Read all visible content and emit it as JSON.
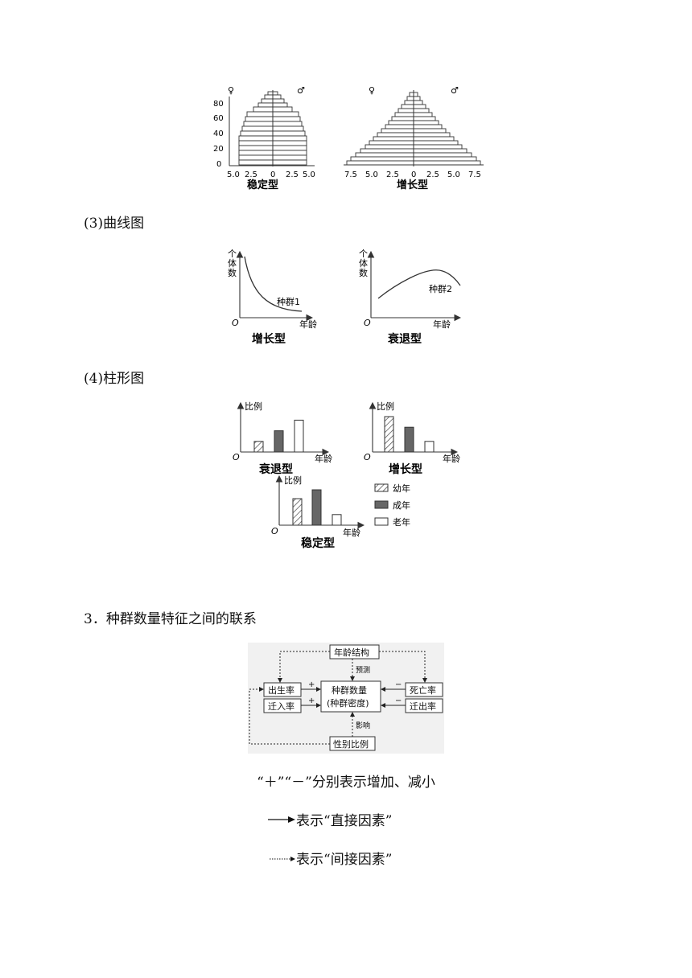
{
  "pyramids": {
    "female_symbol": "♀",
    "male_symbol": "♂",
    "stable": {
      "label": "稳定型",
      "y_ticks": [
        "0",
        "20",
        "40",
        "60",
        "80"
      ],
      "x_ticks": [
        "5.0",
        "2.5",
        "0",
        "2.5",
        "5.0"
      ]
    },
    "growth": {
      "label": "增长型",
      "x_ticks": [
        "7.5",
        "5.0",
        "2.5",
        "0",
        "2.5",
        "5.0",
        "7.5"
      ]
    }
  },
  "section3_heading": "(3)曲线图",
  "curves": {
    "y_axis_label": "个体数",
    "origin": "O",
    "x_axis_label": "年龄",
    "left": {
      "series": "种群1",
      "label": "增长型"
    },
    "right": {
      "series": "种群2",
      "label": "衰退型"
    }
  },
  "section4_heading": "(4)柱形图",
  "bars": {
    "y_axis_label": "比例",
    "origin": "O",
    "x_axis_label": "年龄",
    "decline": {
      "label": "衰退型",
      "values": {
        "young": 0.3,
        "adult": 0.6,
        "old": 0.9
      }
    },
    "growth": {
      "label": "增长型",
      "values": {
        "young": 1.0,
        "adult": 0.7,
        "old": 0.3
      }
    },
    "stable": {
      "label": "稳定型",
      "values": {
        "young": 0.75,
        "adult": 1.0,
        "old": 0.3
      }
    },
    "legend": {
      "young": "幼年",
      "adult": "成年",
      "old": "老年"
    }
  },
  "section_title": "3．种群数量特征之间的联系",
  "relation_diagram": {
    "age_structure": "年龄结构",
    "predict": "预测",
    "birth_rate": "出生率",
    "immigration_rate": "迁入率",
    "population_line1": "种群数量",
    "population_line2": "(种群密度)",
    "death_rate": "死亡率",
    "emigration_rate": "迁出率",
    "influence": "影响",
    "sex_ratio": "性别比例",
    "plus": "+",
    "minus": "−"
  },
  "notes": {
    "line1": "“＋”“－”分别表示增加、减小",
    "line2": "表示“直接因素”",
    "line3": "表示“间接因素”"
  }
}
